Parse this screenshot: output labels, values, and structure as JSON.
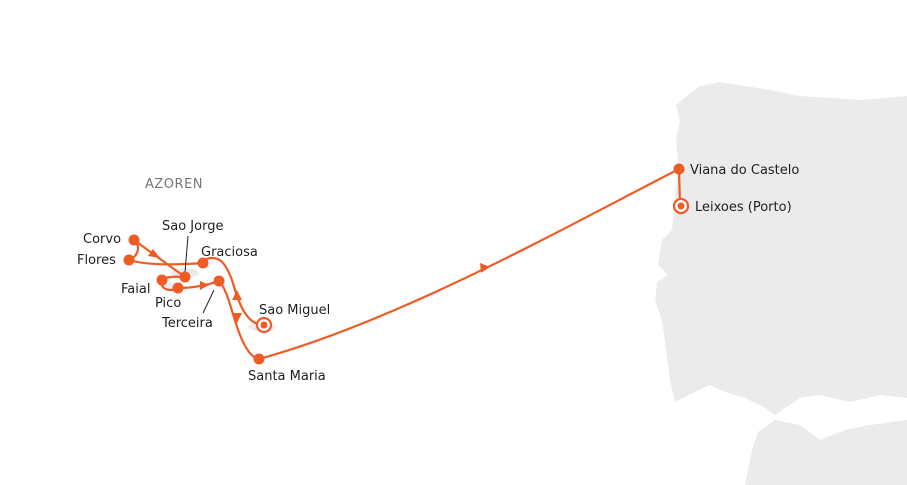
{
  "map": {
    "region_label": "AZOREN",
    "route_color": "#ee5b24",
    "land_color": "#ebebeb",
    "ports": [
      {
        "name": "Corvo",
        "type": "stop"
      },
      {
        "name": "Flores",
        "type": "stop"
      },
      {
        "name": "Sao Jorge",
        "type": "stop"
      },
      {
        "name": "Graciosa",
        "type": "stop"
      },
      {
        "name": "Faial",
        "type": "stop"
      },
      {
        "name": "Pico",
        "type": "stop"
      },
      {
        "name": "Terceira",
        "type": "stop"
      },
      {
        "name": "Sao Miguel",
        "type": "start"
      },
      {
        "name": "Santa Maria",
        "type": "stop"
      },
      {
        "name": "Viana do Castelo",
        "type": "stop"
      },
      {
        "name": "Leixoes (Porto)",
        "type": "end"
      }
    ]
  }
}
